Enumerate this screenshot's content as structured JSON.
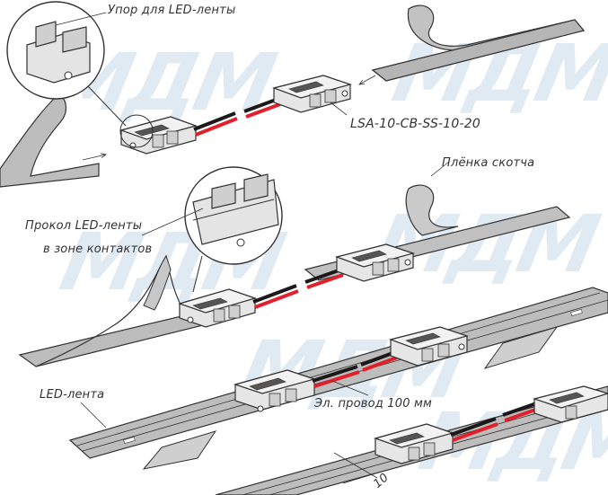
{
  "watermark": "MДM",
  "labels": {
    "stopper": "Упор для LED-ленты",
    "part_number": "LSA-10-CB-SS-10-20",
    "tape_film": "Плёнка скотча",
    "puncture_line1": "Прокол LED-ленты",
    "puncture_line2": "в зоне контактов",
    "led_strip": "LED-лента",
    "wire": "Эл. провод 100 мм",
    "width_dim": "10"
  },
  "colors": {
    "outline": "#333333",
    "tape": "#b9b9b9",
    "connector": "#e6e6e6",
    "connector_dark": "#8a8a8a",
    "wire_red": "#e0202a",
    "wire_black": "#1a1a1a",
    "watermark": "#dbe7f2"
  }
}
